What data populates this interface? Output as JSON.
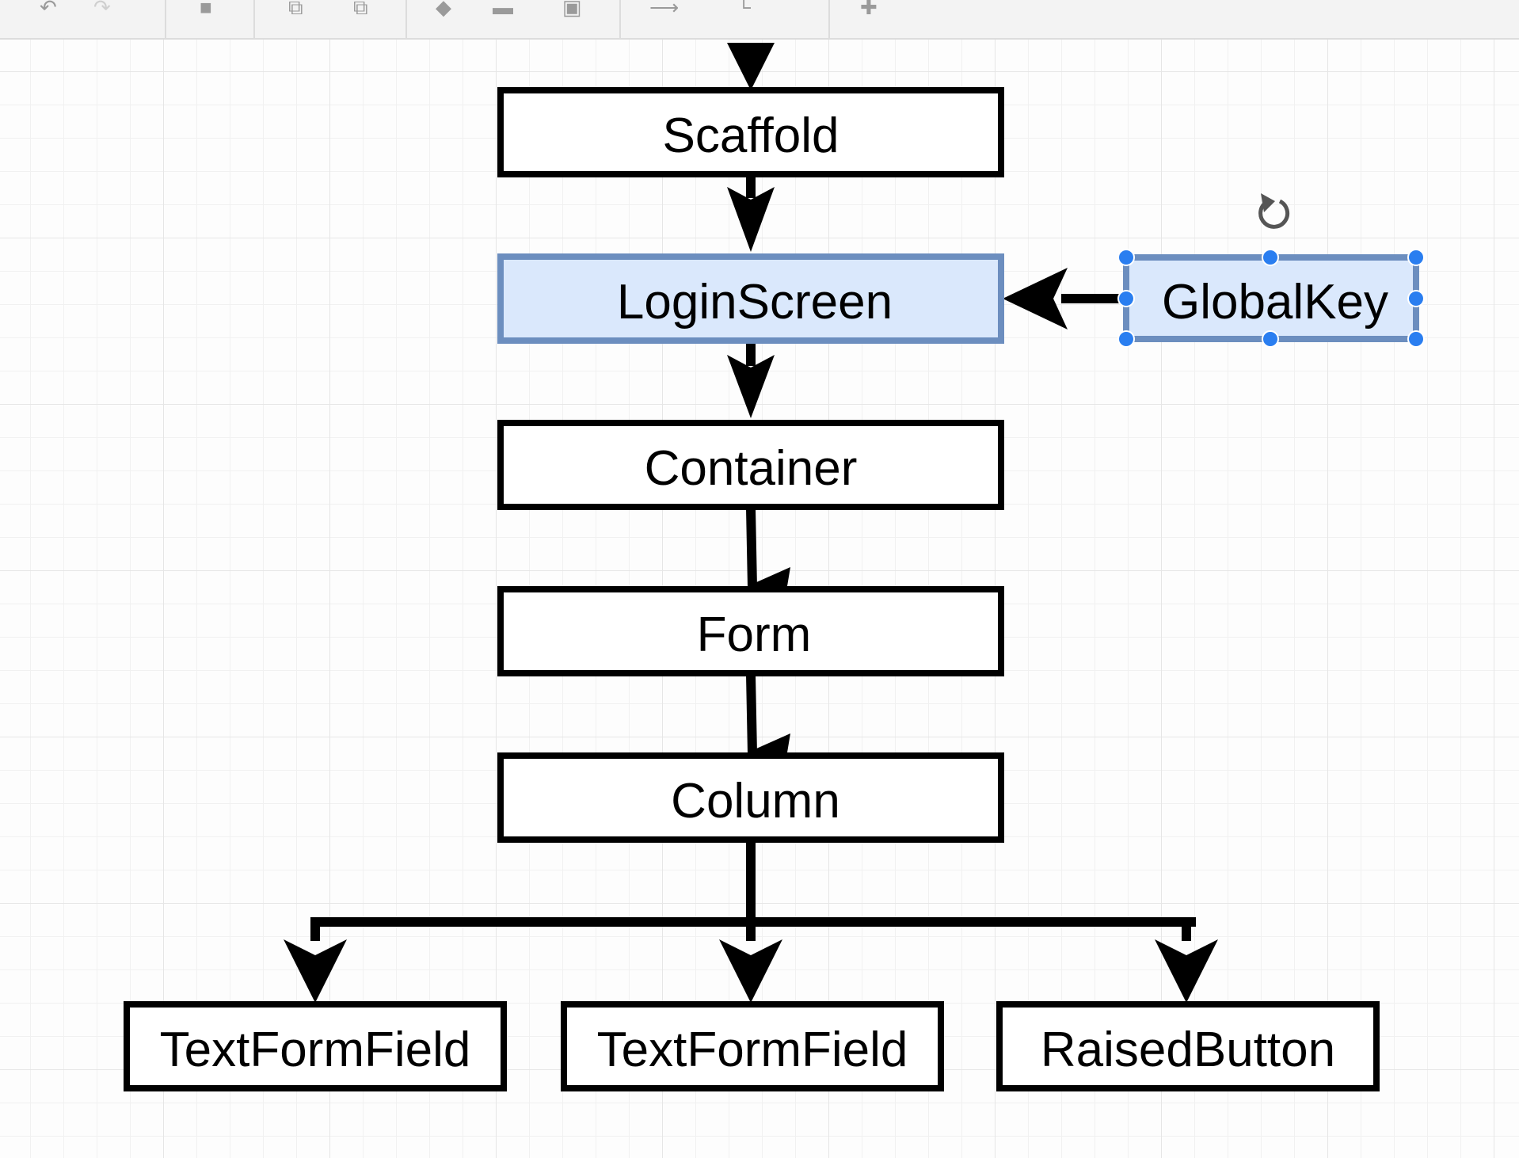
{
  "toolbar": {
    "buttons": [
      {
        "name": "undo-button",
        "icon": "undo-icon"
      },
      {
        "name": "redo-button",
        "icon": "redo-icon"
      },
      {
        "name": "delete-button",
        "icon": "trash-icon"
      },
      {
        "name": "to-front-button",
        "icon": "to-front-icon"
      },
      {
        "name": "to-back-button",
        "icon": "to-back-icon"
      },
      {
        "name": "fill-color-button",
        "icon": "paint-bucket-icon"
      },
      {
        "name": "line-color-button",
        "icon": "pencil-line-icon"
      },
      {
        "name": "shadow-button",
        "icon": "shadow-icon"
      },
      {
        "name": "connection-button",
        "icon": "connection-arrow-icon"
      },
      {
        "name": "waypoints-button",
        "icon": "waypoints-icon"
      },
      {
        "name": "insert-button",
        "icon": "plus-icon"
      }
    ]
  },
  "diagram": {
    "nodes": {
      "scaffold": "Scaffold",
      "login_screen": "LoginScreen",
      "global_key": "GlobalKey",
      "container": "Container",
      "form": "Form",
      "column": "Column",
      "text_form_field_1": "TextFormField",
      "text_form_field_2": "TextFormField",
      "raised_button": "RaisedButton"
    },
    "selected_node": "global_key",
    "colors": {
      "selected_fill": "#dae8fc",
      "selected_stroke": "#6c8ebf",
      "handle": "#2a7ef0",
      "stroke": "#000000"
    }
  }
}
